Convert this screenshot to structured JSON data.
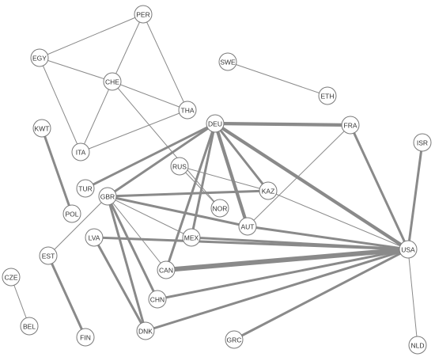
{
  "colors": {
    "background": "#ffffff",
    "edge": "#8a8a8a",
    "node_fill": "#ffffff",
    "node_stroke": "#7a7a7a",
    "label": "#333333"
  },
  "nodes": [
    {
      "id": "PER"
    },
    {
      "id": "EGY"
    },
    {
      "id": "CHE"
    },
    {
      "id": "THA"
    },
    {
      "id": "ITA"
    },
    {
      "id": "SWE"
    },
    {
      "id": "ETH"
    },
    {
      "id": "KWT"
    },
    {
      "id": "POL"
    },
    {
      "id": "DEU"
    },
    {
      "id": "FRA"
    },
    {
      "id": "ISR"
    },
    {
      "id": "RUS"
    },
    {
      "id": "TUR"
    },
    {
      "id": "GBR"
    },
    {
      "id": "KAZ"
    },
    {
      "id": "NOR"
    },
    {
      "id": "AUT"
    },
    {
      "id": "MEX"
    },
    {
      "id": "LVA"
    },
    {
      "id": "EST"
    },
    {
      "id": "USA"
    },
    {
      "id": "CAN"
    },
    {
      "id": "CZE"
    },
    {
      "id": "CHN"
    },
    {
      "id": "BEL"
    },
    {
      "id": "DNK"
    },
    {
      "id": "FIN"
    },
    {
      "id": "GRC"
    },
    {
      "id": "NLD"
    }
  ],
  "edges": [
    {
      "source": "PER",
      "target": "EGY",
      "weight": 1
    },
    {
      "source": "PER",
      "target": "CHE",
      "weight": 1
    },
    {
      "source": "PER",
      "target": "THA",
      "weight": 1
    },
    {
      "source": "EGY",
      "target": "CHE",
      "weight": 1
    },
    {
      "source": "EGY",
      "target": "ITA",
      "weight": 1
    },
    {
      "source": "CHE",
      "target": "ITA",
      "weight": 1
    },
    {
      "source": "CHE",
      "target": "THA",
      "weight": 1
    },
    {
      "source": "CHE",
      "target": "NOR",
      "weight": 1
    },
    {
      "source": "ITA",
      "target": "THA",
      "weight": 1
    },
    {
      "source": "SWE",
      "target": "ETH",
      "weight": 1
    },
    {
      "source": "KWT",
      "target": "POL",
      "weight": 3
    },
    {
      "source": "DEU",
      "target": "FRA",
      "weight": 4
    },
    {
      "source": "DEU",
      "target": "USA",
      "weight": 4
    },
    {
      "source": "DEU",
      "target": "TUR",
      "weight": 3
    },
    {
      "source": "DEU",
      "target": "GBR",
      "weight": 3
    },
    {
      "source": "DEU",
      "target": "KAZ",
      "weight": 3
    },
    {
      "source": "DEU",
      "target": "AUT",
      "weight": 4
    },
    {
      "source": "DEU",
      "target": "MEX",
      "weight": 3
    },
    {
      "source": "DEU",
      "target": "CAN",
      "weight": 3
    },
    {
      "source": "FRA",
      "target": "USA",
      "weight": 3
    },
    {
      "source": "FRA",
      "target": "AUT",
      "weight": 1
    },
    {
      "source": "ISR",
      "target": "USA",
      "weight": 3
    },
    {
      "source": "RUS",
      "target": "KAZ",
      "weight": 1
    },
    {
      "source": "RUS",
      "target": "NOR",
      "weight": 1
    },
    {
      "source": "GBR",
      "target": "KAZ",
      "weight": 3
    },
    {
      "source": "GBR",
      "target": "AUT",
      "weight": 3
    },
    {
      "source": "GBR",
      "target": "MEX",
      "weight": 1
    },
    {
      "source": "GBR",
      "target": "CAN",
      "weight": 1
    },
    {
      "source": "GBR",
      "target": "CHN",
      "weight": 3
    },
    {
      "source": "GBR",
      "target": "DNK",
      "weight": 3
    },
    {
      "source": "GBR",
      "target": "EST",
      "weight": 1
    },
    {
      "source": "KAZ",
      "target": "USA",
      "weight": 1
    },
    {
      "source": "AUT",
      "target": "USA",
      "weight": 3
    },
    {
      "source": "MEX",
      "target": "USA",
      "weight": 3
    },
    {
      "source": "LVA",
      "target": "USA",
      "weight": 3
    },
    {
      "source": "LVA",
      "target": "DNK",
      "weight": 3
    },
    {
      "source": "CAN",
      "target": "USA",
      "weight": 5
    },
    {
      "source": "CHN",
      "target": "USA",
      "weight": 3
    },
    {
      "source": "DNK",
      "target": "USA",
      "weight": 3
    },
    {
      "source": "GRC",
      "target": "USA",
      "weight": 3
    },
    {
      "source": "NLD",
      "target": "USA",
      "weight": 1
    },
    {
      "source": "EST",
      "target": "FIN",
      "weight": 3
    },
    {
      "source": "CZE",
      "target": "BEL",
      "weight": 1
    }
  ]
}
